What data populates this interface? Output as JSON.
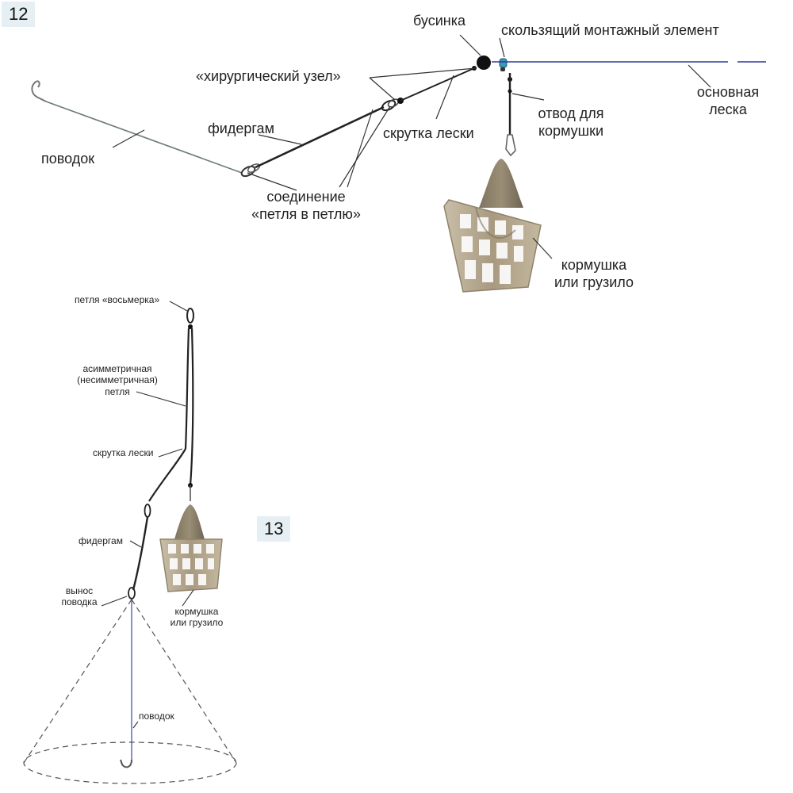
{
  "figure12": {
    "number": "12",
    "labels": {
      "bead": "бусинка",
      "sliding_element": "скользящий монтажный элемент",
      "surgical_knot": "«хирургический узел»",
      "feedergum": "фидергам",
      "leader": "поводок",
      "line_twist": "скрутка лески",
      "loop_to_loop_1": "соединение",
      "loop_to_loop_2": "«петля в петлю»",
      "feeder_branch_1": "отвод для",
      "feeder_branch_2": "кормушки",
      "main_line_1": "основная",
      "main_line_2": "леска",
      "feeder_1": "кормушка",
      "feeder_2": "или грузило"
    }
  },
  "figure13": {
    "number": "13",
    "labels": {
      "figure_eight_loop": "петля «восьмерка»",
      "asym_loop_1": "асимметричная",
      "asym_loop_2": "(несимметричная)",
      "asym_loop_3": "петля",
      "line_twist": "скрутка лески",
      "feedergum": "фидергам",
      "leader_offset_1": "вынос",
      "leader_offset_2": "поводка",
      "leader": "поводок",
      "feeder_1": "кормушка",
      "feeder_2": "или грузило"
    }
  },
  "colors": {
    "main_line": "#2a3a9a",
    "feedergum": "#222222",
    "leader": "#6a7a78",
    "feeder": "#b0a48c",
    "leader_13": "#5560c0"
  }
}
